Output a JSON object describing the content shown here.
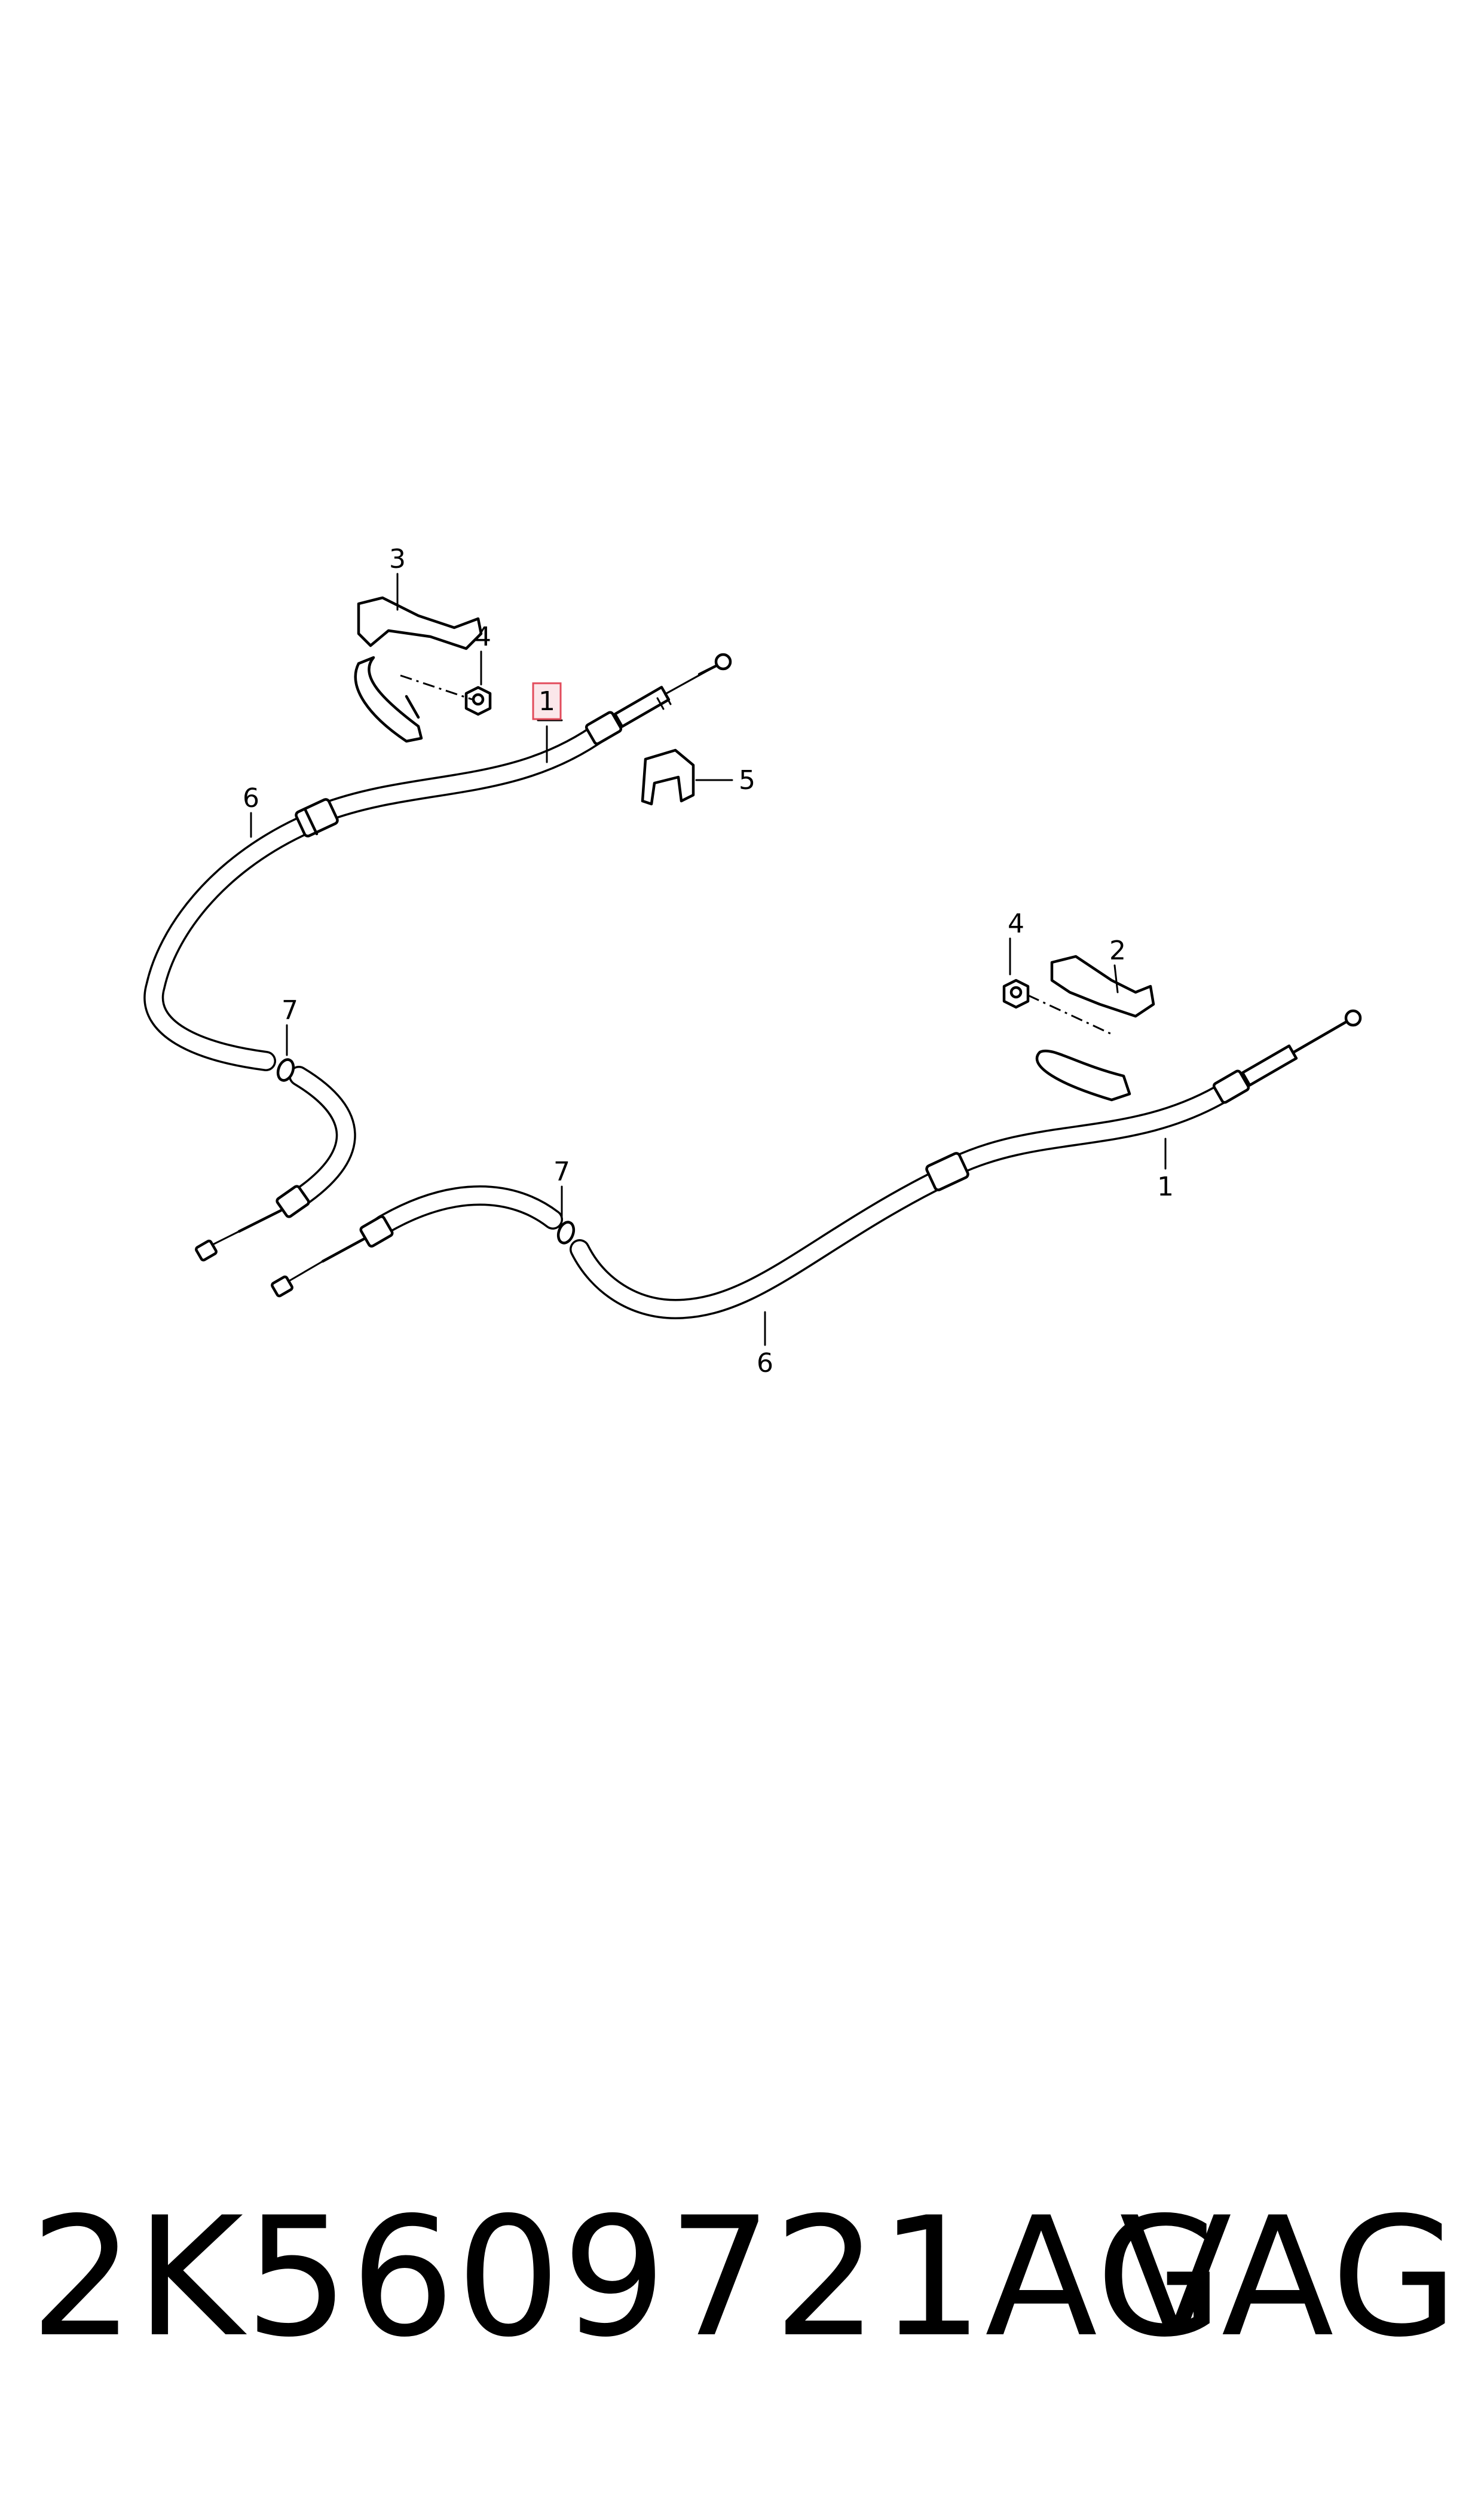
{
  "callouts": {
    "label_1_top": "1",
    "label_1_right": "1",
    "label_2": "2",
    "label_3": "3",
    "label_4_left": "4",
    "label_4_right": "4",
    "label_5": "5",
    "label_6_left": "6",
    "label_6_bottom": "6",
    "label_7_left": "7",
    "label_7_middle": "7"
  },
  "highlight_color": "#e24b5b",
  "footer": {
    "part_number": "2K5609721AG",
    "brand": "VAG"
  }
}
